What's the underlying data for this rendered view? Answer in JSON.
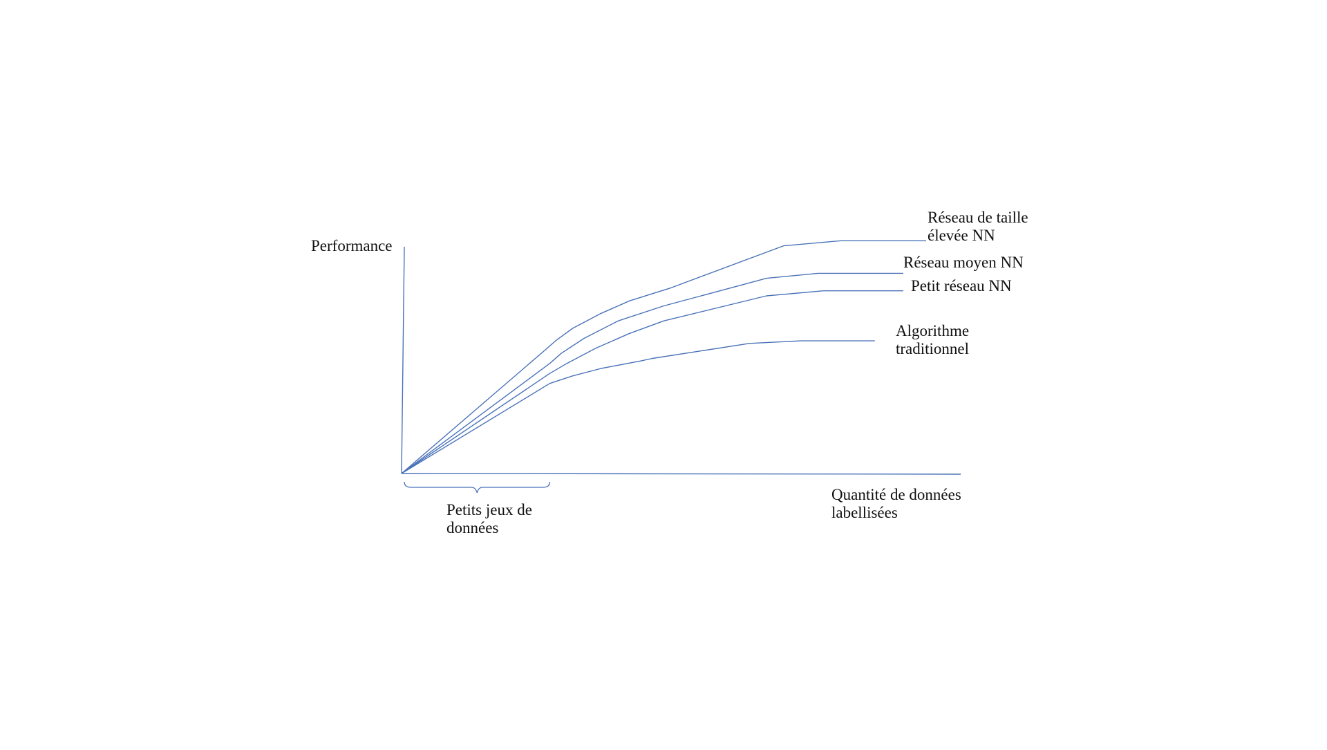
{
  "chart_data": {
    "type": "line",
    "ylabel": "Performance",
    "xlabel": [
      "Quantité de données",
      "labellisées"
    ],
    "xlim": [
      0,
      100
    ],
    "ylim": [
      0,
      100
    ],
    "grid": false,
    "legend": "line-end labels",
    "line_color": "#4a72b8",
    "brace_label": [
      "Petits jeux de",
      "données"
    ],
    "brace_range": [
      0,
      26
    ],
    "series": [
      {
        "name": [
          "Réseau de taille",
          "élevée NN"
        ],
        "x": [
          0,
          25,
          27,
          30,
          35,
          40,
          47,
          67,
          77,
          92
        ],
        "y": [
          0,
          49,
          53,
          58,
          64,
          69,
          74,
          91,
          93,
          93
        ]
      },
      {
        "name": [
          "Réseau moyen NN"
        ],
        "x": [
          0,
          26,
          28,
          32,
          38,
          46,
          64,
          73,
          88
        ],
        "y": [
          0,
          44,
          48,
          54,
          61,
          67,
          78,
          80,
          80
        ]
      },
      {
        "name": [
          "Petit réseau NN"
        ],
        "x": [
          0,
          26,
          29,
          34,
          40,
          46,
          64,
          74,
          88
        ],
        "y": [
          0,
          40,
          44,
          50,
          56,
          61,
          71,
          73,
          73
        ]
      },
      {
        "name": [
          "Algorithme",
          "traditionnel"
        ],
        "x": [
          0,
          26,
          30,
          35,
          42,
          44,
          61,
          70,
          83
        ],
        "y": [
          0,
          36,
          39,
          42,
          45,
          46,
          52,
          53,
          53
        ]
      }
    ]
  }
}
